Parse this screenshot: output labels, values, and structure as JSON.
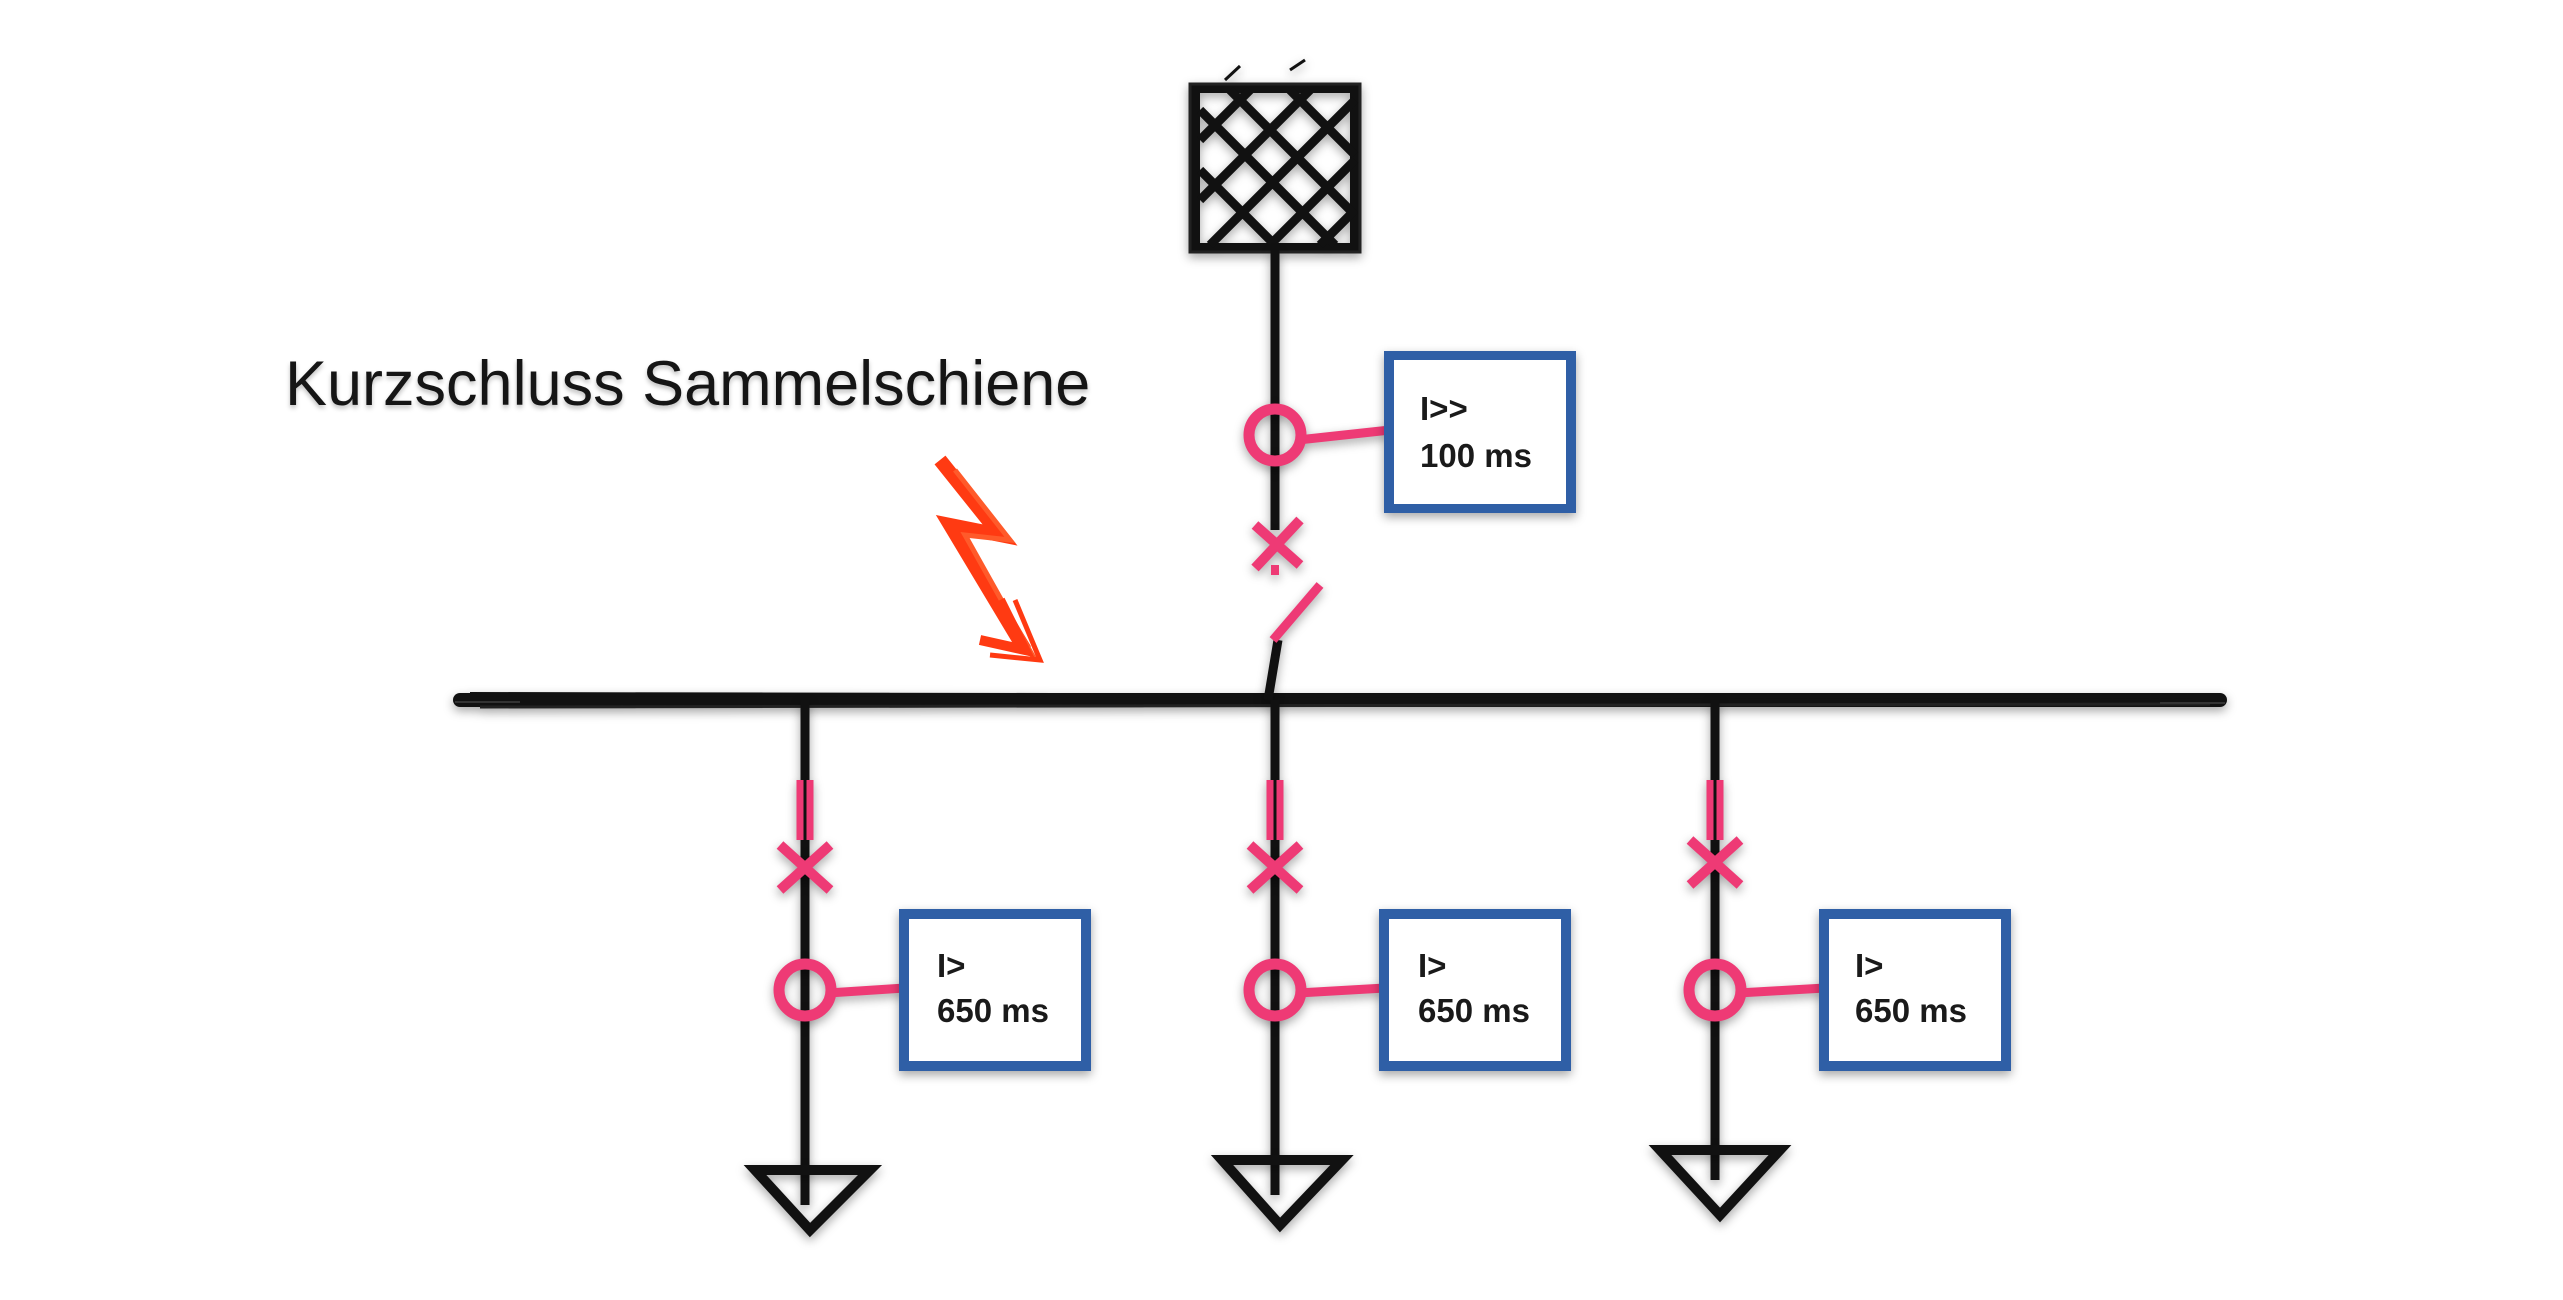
{
  "title": "Kurzschluss Sammelschiene",
  "incomer_relay": {
    "setting": "I>>",
    "delay": "100 ms"
  },
  "feeders": [
    {
      "relay_setting": "I>",
      "delay": "650 ms"
    },
    {
      "relay_setting": "I>",
      "delay": "650 ms"
    },
    {
      "relay_setting": "I>",
      "delay": "650 ms"
    }
  ],
  "colors": {
    "line": "#111111",
    "breaker": "#ee3a75",
    "relay_frame": "#2f5fa6",
    "fault": "#ff3a12"
  },
  "icons": {
    "source": "grid-source-icon",
    "fault": "lightning-fault-icon",
    "load": "load-triangle-icon",
    "breaker": "circuit-breaker-icon",
    "ct": "current-transformer-icon"
  }
}
